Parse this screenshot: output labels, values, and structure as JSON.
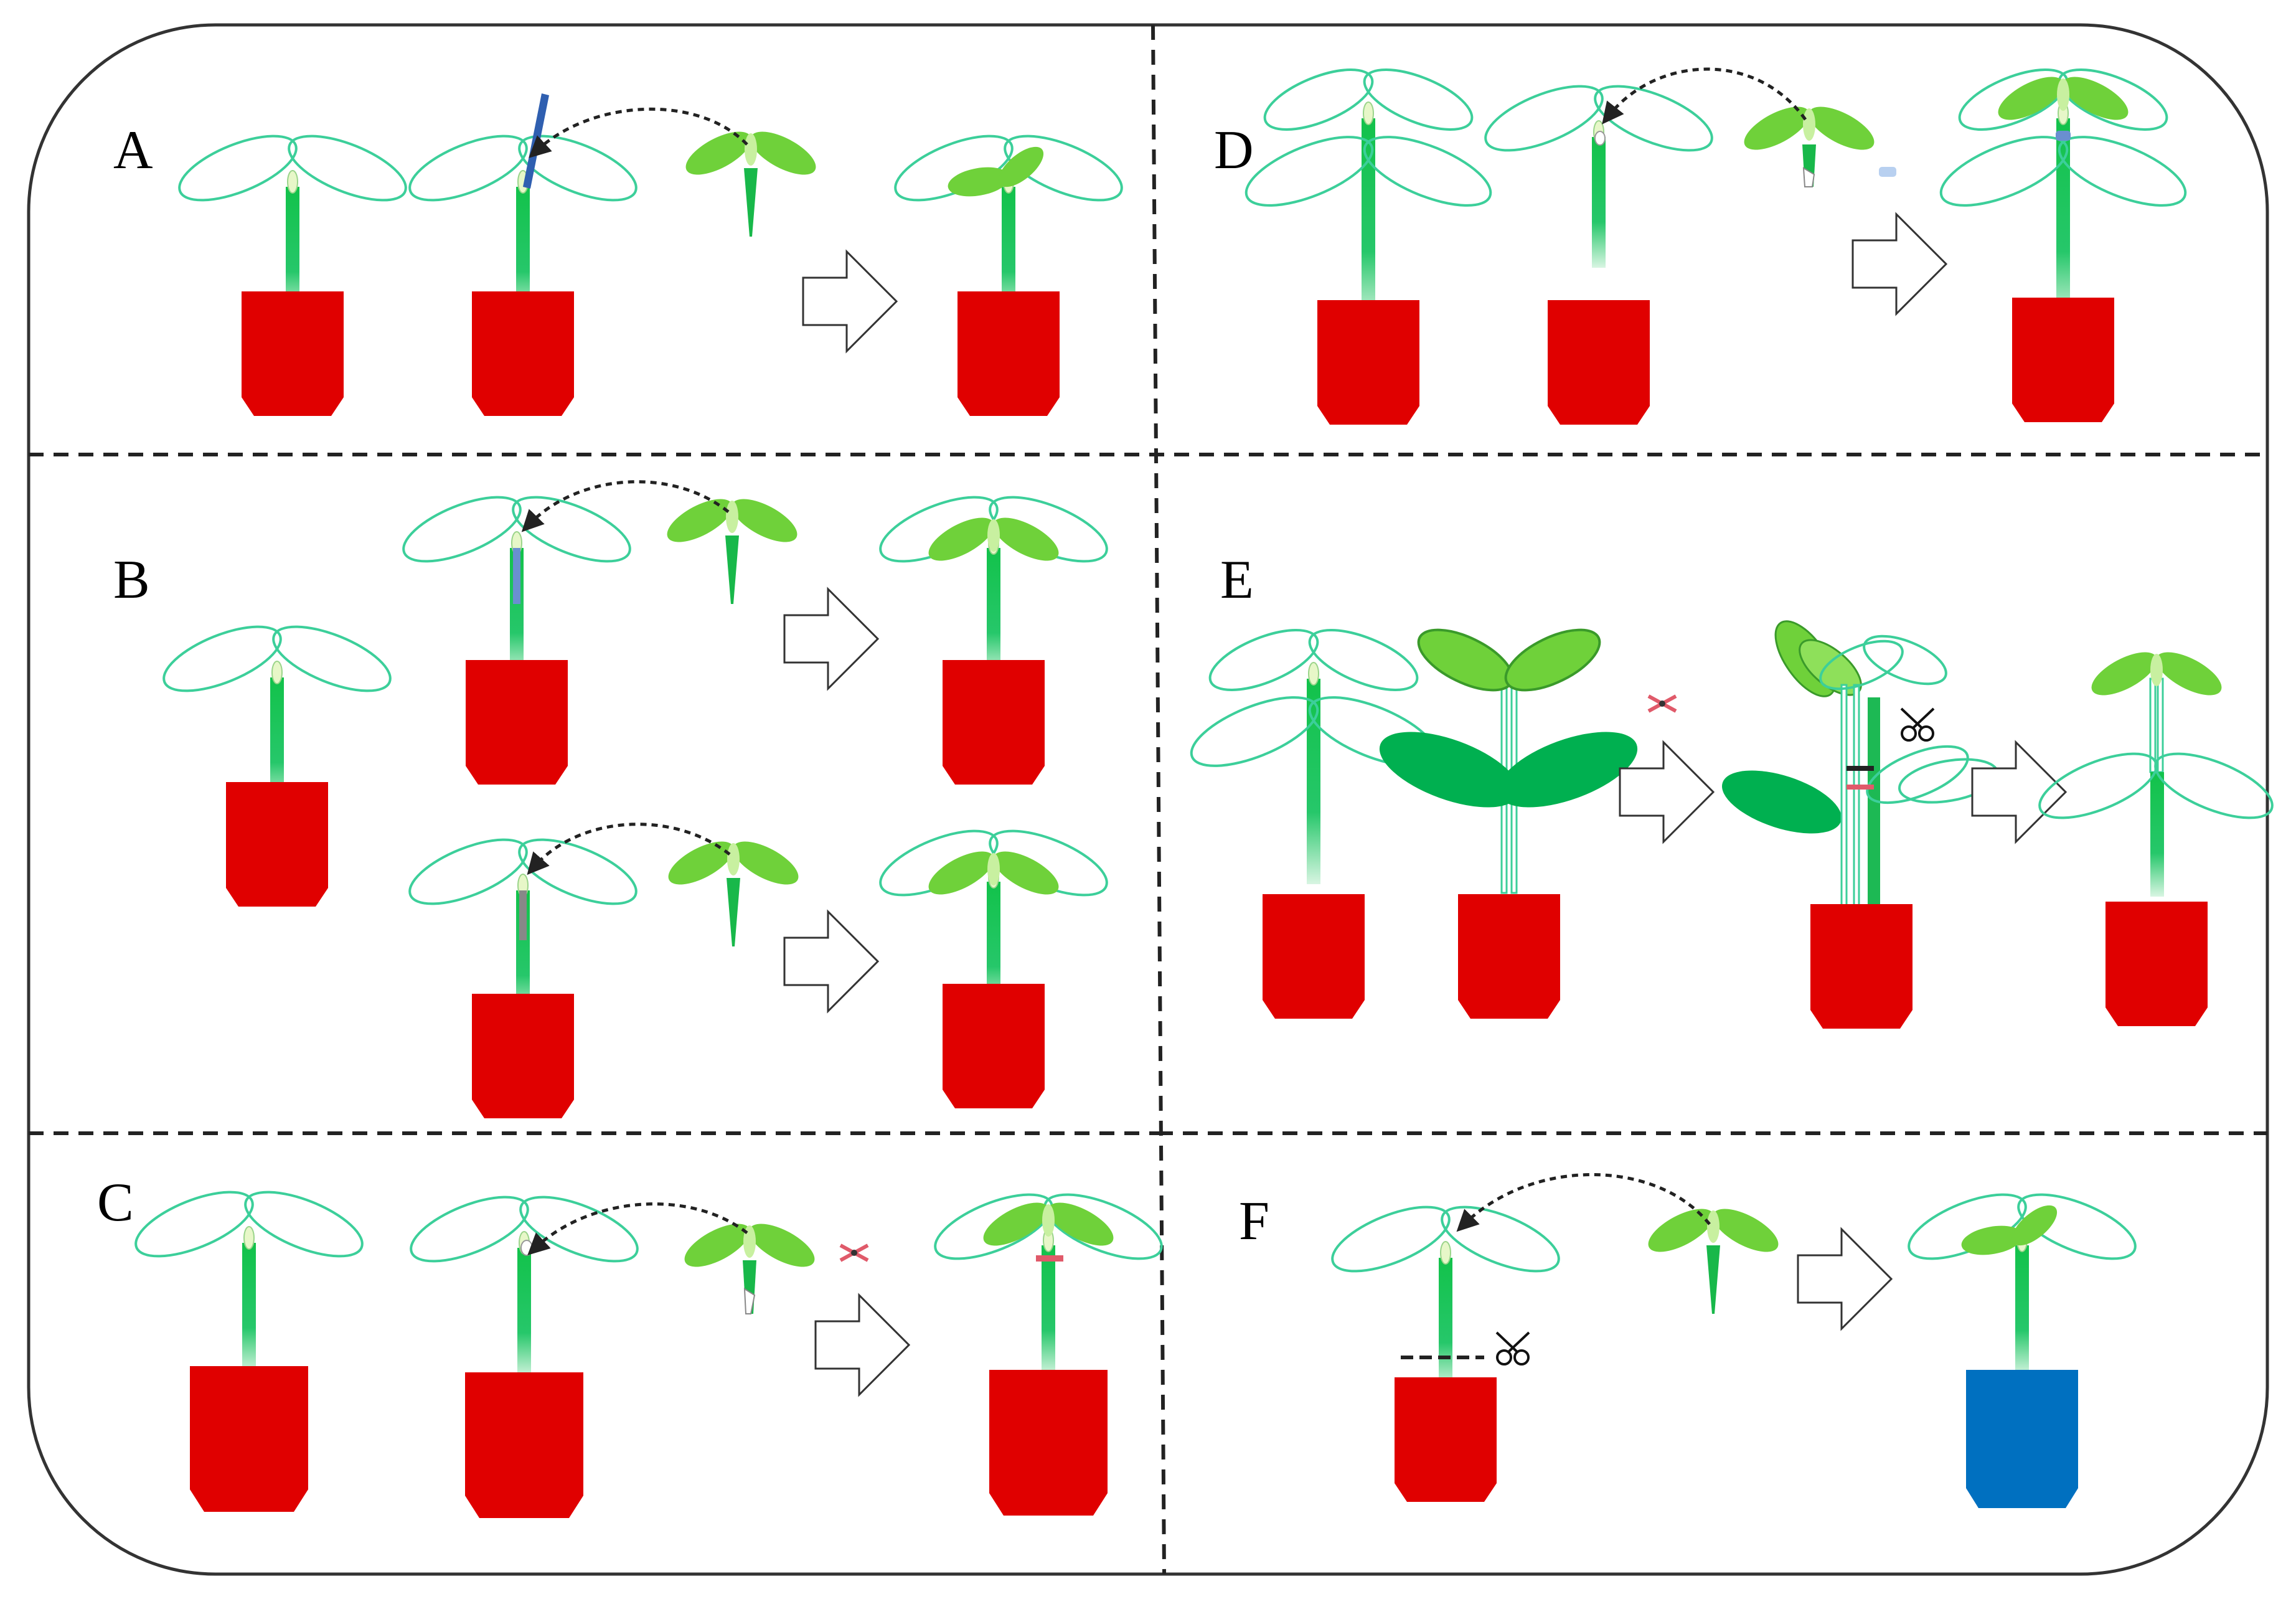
{
  "panels": [
    {
      "id": "A",
      "label": "A"
    },
    {
      "id": "B",
      "label": "B"
    },
    {
      "id": "C",
      "label": "C"
    },
    {
      "id": "D",
      "label": "D"
    },
    {
      "id": "E",
      "label": "E"
    },
    {
      "id": "F",
      "label": "F"
    }
  ],
  "colors": {
    "pot_red": "#e00000",
    "pot_blue": "#0070c0",
    "stem_green": "#1db954",
    "outline_leaf": "#3ccf9a",
    "scion_green": "#6fd13a",
    "dark_leaf": "#00b050",
    "tool_blue": "#2f5fb0",
    "frame": "#000000"
  },
  "icons": [
    "scissors-icon",
    "clip-icon",
    "hollow-arrow-icon",
    "dashed-curved-arrow-icon",
    "needle-icon"
  ]
}
